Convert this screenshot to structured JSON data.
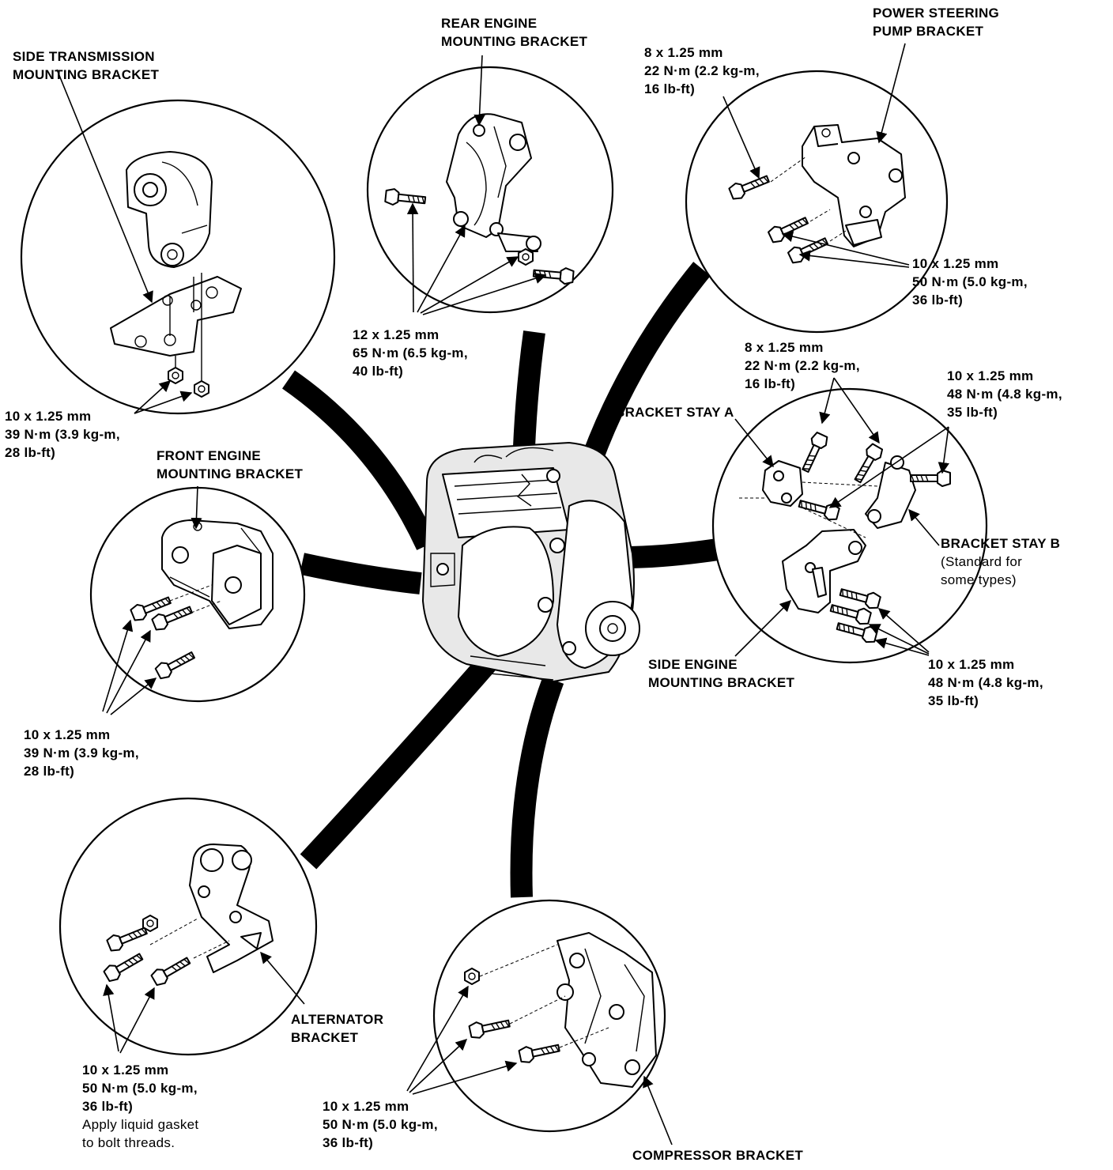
{
  "callouts": {
    "side_transmission": {
      "title": [
        "SIDE TRANSMISSION",
        "MOUNTING BRACKET"
      ],
      "spec": [
        "10 x 1.25 mm",
        "39 N·m (3.9 kg-m,",
        "28 lb-ft)"
      ]
    },
    "rear_engine": {
      "title": [
        "REAR ENGINE",
        "MOUNTING BRACKET"
      ],
      "spec": [
        "12 x 1.25 mm",
        "65 N·m (6.5 kg-m,",
        "40 lb-ft)"
      ]
    },
    "power_steering": {
      "title": [
        "POWER STEERING",
        "PUMP BRACKET"
      ],
      "spec_upper": [
        "8 x 1.25 mm",
        "22 N·m (2.2 kg-m,",
        "16 lb-ft)"
      ],
      "spec_lower": [
        "10 x 1.25 mm",
        "50 N·m (5.0 kg-m,",
        "36 lb-ft)"
      ]
    },
    "side_engine": {
      "spec_top_left": [
        "8 x 1.25 mm",
        "22 N·m (2.2 kg-m,",
        "16 lb-ft)"
      ],
      "spec_top_right": [
        "10 x 1.25 mm",
        "48 N·m (4.8 kg-m,",
        "35 lb-ft)"
      ],
      "stay_a": "BRACKET STAY A",
      "stay_b": "BRACKET STAY B",
      "stay_b_note": [
        "(Standard for",
        "some types)"
      ],
      "title": [
        "SIDE ENGINE",
        "MOUNTING BRACKET"
      ],
      "spec_bottom": [
        "10 x 1.25 mm",
        "48 N·m (4.8 kg-m,",
        "35 lb-ft)"
      ]
    },
    "front_engine": {
      "title": [
        "FRONT ENGINE",
        "MOUNTING BRACKET"
      ],
      "spec": [
        "10 x 1.25 mm",
        "39 N·m (3.9 kg-m,",
        "28 lb-ft)"
      ]
    },
    "alternator": {
      "title": [
        "ALTERNATOR",
        "BRACKET"
      ],
      "spec": [
        "10 x 1.25 mm",
        "50 N·m (5.0 kg-m,",
        "36 lb-ft)"
      ],
      "note": [
        "Apply liquid gasket",
        "to bolt threads."
      ]
    },
    "compressor": {
      "title": "COMPRESSOR BRACKET",
      "spec": [
        "10 x 1.25 mm",
        "50 N·m (5.0 kg-m,",
        "36 lb-ft)"
      ]
    }
  }
}
